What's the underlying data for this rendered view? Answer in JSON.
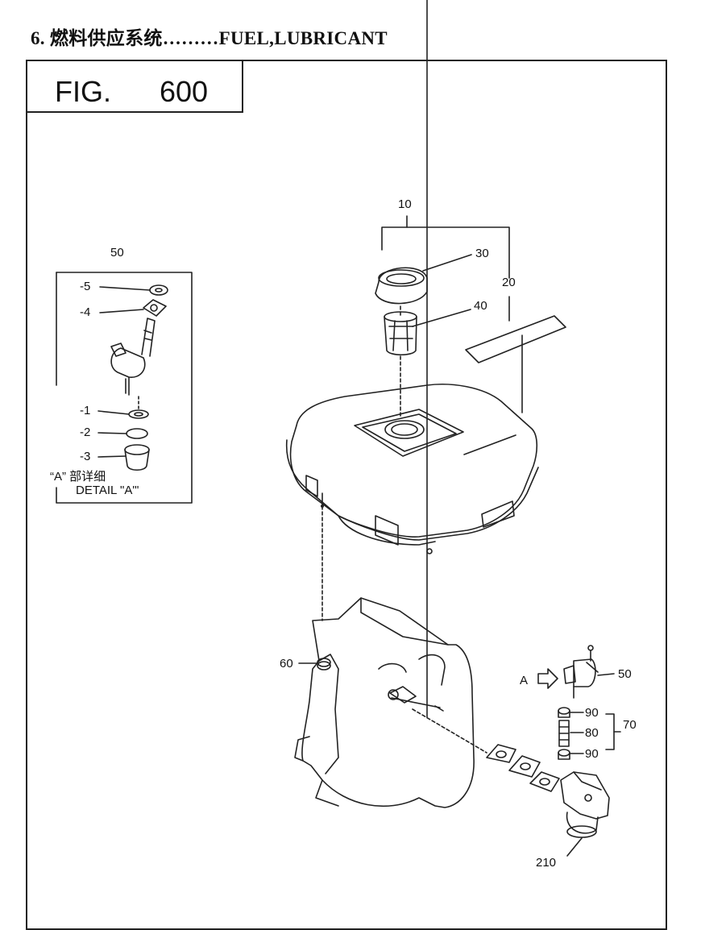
{
  "heading": "6. 燃料供应系统………FUEL,LUBRICANT",
  "figure": {
    "prefix": "FIG.",
    "number": "600"
  },
  "detail": {
    "cn": "“A” 部详细",
    "en": "DETAIL \"A\"'"
  },
  "arrow_letter": "A",
  "callouts": {
    "c10": "10",
    "c20": "20",
    "c30": "30",
    "c40": "40",
    "c50_detail": "50",
    "c50_main": "50",
    "c60": "60",
    "c70": "70",
    "c80": "80",
    "c90a": "90",
    "c90b": "90",
    "c210": "210",
    "d1": "-1",
    "d2": "-2",
    "d3": "-3",
    "d4": "-4",
    "d5": "-5"
  }
}
